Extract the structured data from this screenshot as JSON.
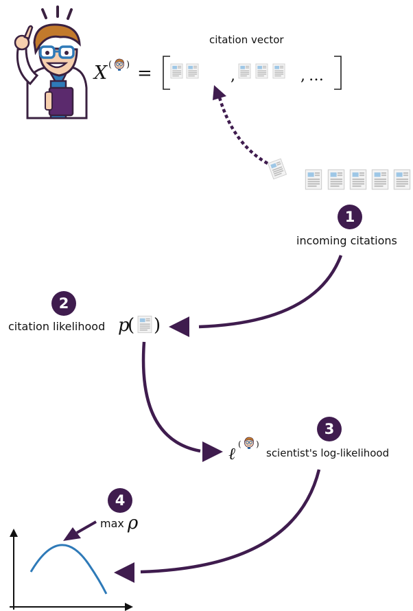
{
  "title": "citation vector",
  "vector": {
    "symbol": "X",
    "equals": "=",
    "separator": ",",
    "ellipsis": "…"
  },
  "steps": [
    {
      "number": "1",
      "label": "incoming citations"
    },
    {
      "number": "2",
      "label": "citation likelihood",
      "symbol": "p"
    },
    {
      "number": "3",
      "label": "scientist's log-likelihood",
      "symbol": "ℓ"
    },
    {
      "number": "4",
      "label": "max",
      "symbol": "ρ"
    }
  ],
  "colors": {
    "arrow": "#3f1c4e",
    "badge": "#3f1c4e",
    "curve": "#2e7ab8",
    "axis": "#111111"
  },
  "icons": {
    "scientist": "scientist-avatar",
    "document": "document-icon"
  }
}
